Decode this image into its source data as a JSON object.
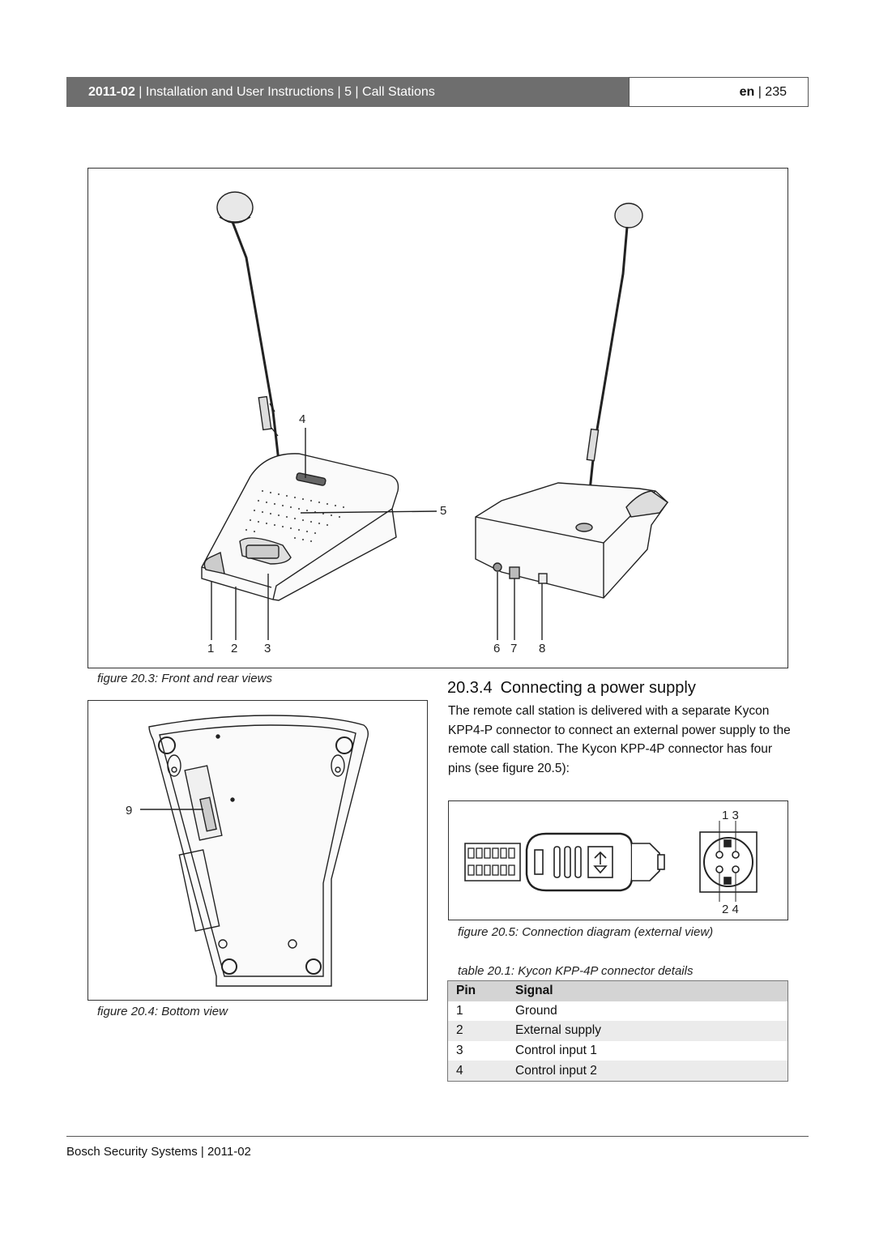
{
  "header": {
    "date": "2011-02",
    "title": "| Installation and User Instructions | 5 | Call Stations",
    "lang": "en",
    "page": "| 235"
  },
  "figures": {
    "fig3": {
      "caption": "figure 20.3: Front and rear views",
      "callouts": [
        "1",
        "2",
        "3",
        "4",
        "5",
        "6",
        "7",
        "8"
      ]
    },
    "fig4": {
      "caption": "figure 20.4: Bottom view",
      "callouts": [
        "9"
      ]
    },
    "fig5": {
      "caption": "figure 20.5: Connection diagram (external view)",
      "pin_top": "1 3",
      "pin_bottom": "2 4"
    }
  },
  "section": {
    "number": "20.3.4",
    "title": "Connecting a power supply",
    "body": "The remote call station is delivered with a separate Kycon KPP4-P connector to connect an external power supply to the remote call station. The Kycon KPP-4P connector has four pins (see figure 20.5):"
  },
  "table": {
    "caption": "table 20.1: Kycon KPP-4P connector details",
    "headers": [
      "Pin",
      "Signal"
    ],
    "rows": [
      [
        "1",
        "Ground"
      ],
      [
        "2",
        "External supply"
      ],
      [
        "3",
        "Control input 1"
      ],
      [
        "4",
        "Control input 2"
      ]
    ]
  },
  "footer": {
    "text": "Bosch Security Systems | 2011-02"
  }
}
